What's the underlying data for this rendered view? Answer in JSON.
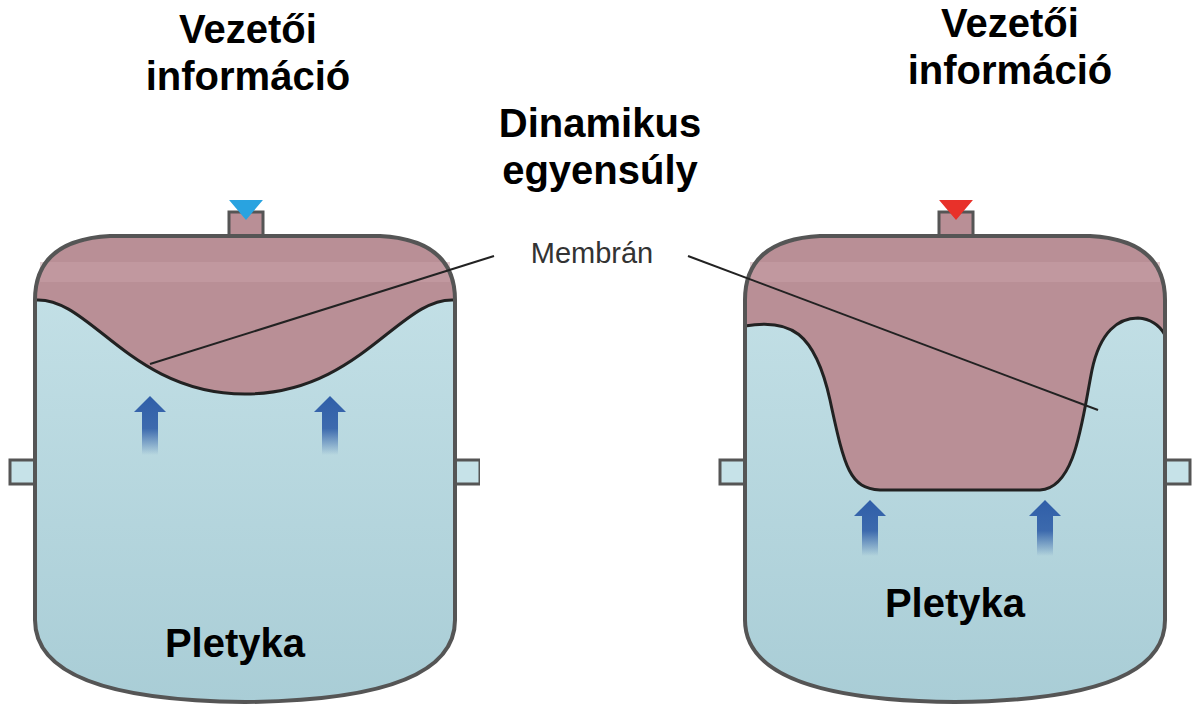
{
  "diagram": {
    "nodes": [
      {
        "text": [
          "Pletyka"
        ]
      },
      {
        "text": [
          "Pletyka"
        ]
      }
    ],
    "labels": [
      "Vezetői információ",
      "Dinamikus egyensúly",
      "Membrán",
      "Vezetői információ"
    ]
  }
}
